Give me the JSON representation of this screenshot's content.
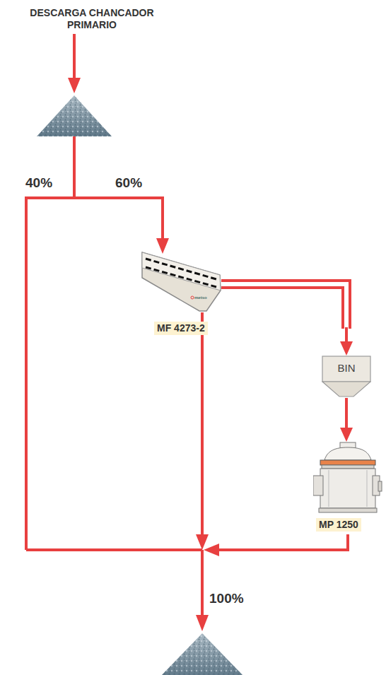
{
  "diagram": {
    "nodes": [
      {
        "text": [
          "metso",
          "MF 4273-2"
        ]
      },
      {
        "text": [
          "BIN"
        ]
      },
      {
        "text": [
          "MP 1250"
        ]
      }
    ],
    "edges": [
      {
        "from": 0,
        "to": 1,
        "arrow": "to"
      },
      {
        "from": 1,
        "to": 2,
        "arrow": "to"
      }
    ],
    "labels": [
      "DESCARGA CHANCADOR PRIMARIO",
      "40%",
      "60%",
      "100%"
    ]
  }
}
